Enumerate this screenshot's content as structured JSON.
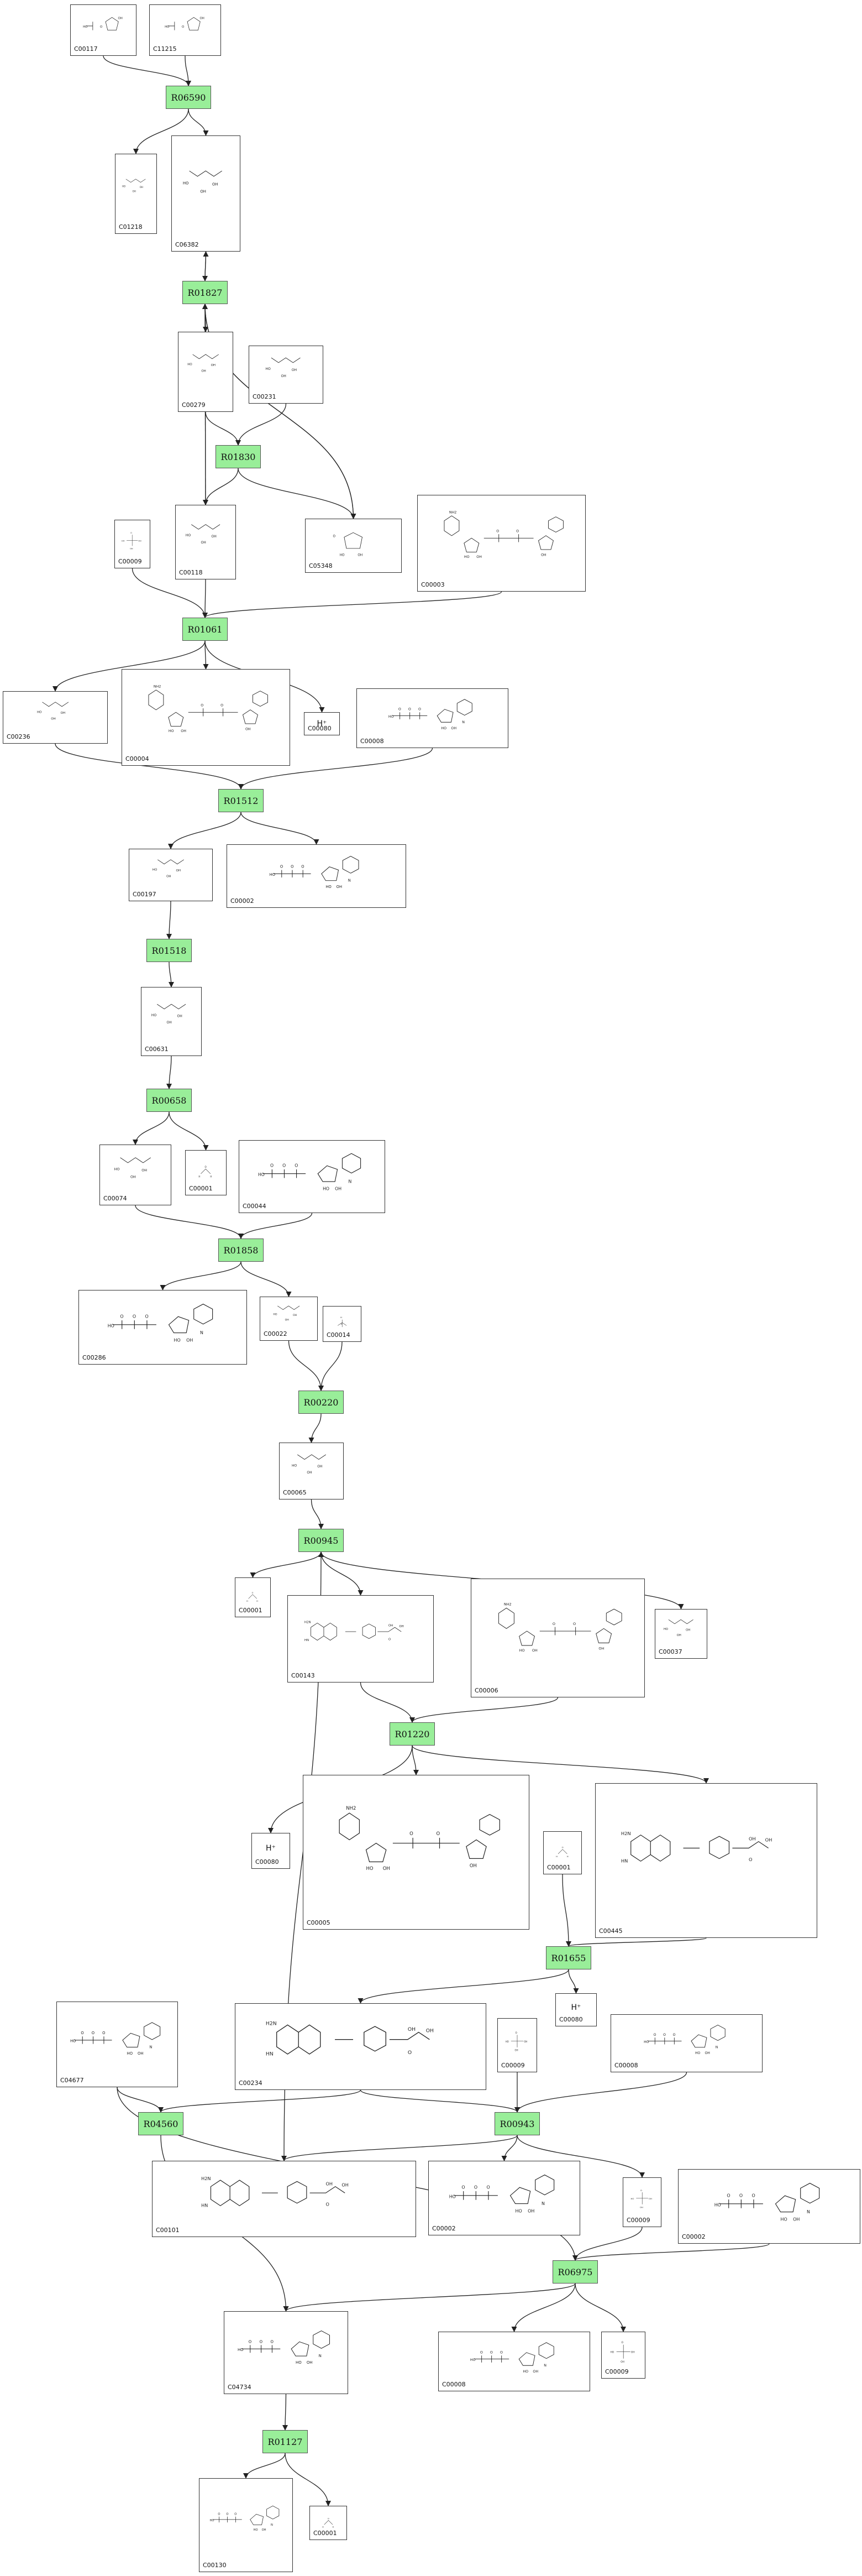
{
  "reactions": {
    "R06590": "R06590",
    "R01827": "R01827",
    "R01830": "R01830",
    "R01061": "R01061",
    "R01512": "R01512",
    "R01518": "R01518",
    "R00658": "R00658",
    "R01858": "R01858",
    "R00220": "R00220",
    "R00945": "R00945",
    "R01220": "R01220",
    "R01655": "R01655",
    "R04560": "R04560",
    "R00943": "R00943",
    "R06975": "R06975",
    "R01127": "R01127"
  },
  "compounds": {
    "C00117": "C00117",
    "C11215": "C11215",
    "C01218": "C01218",
    "C06382": "C06382",
    "C00279": "C00279",
    "C00231": "C00231",
    "C00009": "C00009",
    "C00118": "C00118",
    "C05348": "C05348",
    "C00003": "C00003",
    "C00236": "C00236",
    "C00004": "C00004",
    "C00080": "C00080",
    "C00008": "C00008",
    "C00197": "C00197",
    "C00002": "C00002",
    "C00631": "C00631",
    "C00074": "C00074",
    "C00001": "C00001",
    "C00044": "C00044",
    "C00286": "C00286",
    "C00022": "C00022",
    "C00014": "C00014",
    "C00065": "C00065",
    "C00143": "C00143",
    "C00006": "C00006",
    "C00037": "C00037",
    "C00005": "C00005",
    "C00445": "C00445",
    "C00234": "C00234",
    "C04677": "C04677",
    "C00101": "C00101",
    "C04734": "C04734",
    "C00130": "C00130"
  },
  "formulas": {
    "hplus": "H⁺"
  },
  "colors": {
    "reaction_fill": "#99ee99",
    "edge": "#222222"
  }
}
